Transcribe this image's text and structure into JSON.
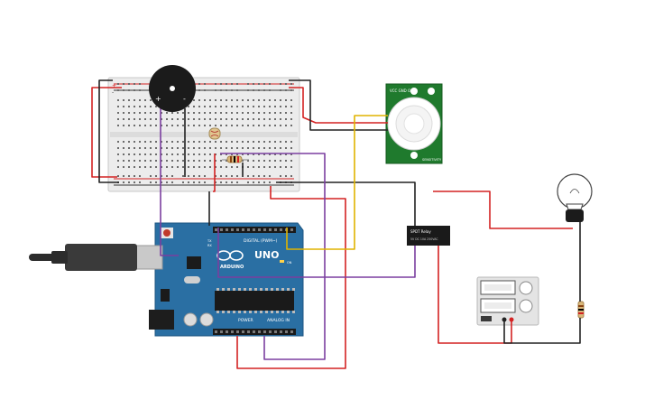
{
  "components": {
    "breadboard": {
      "rail_plus": "+",
      "rail_minus": "-"
    },
    "buzzer": {
      "plus_label": "+",
      "minus_label": "-"
    },
    "pir": {
      "top_label": "VCC GND OUT",
      "bottom_label": "SENSITIVITY DELAY"
    },
    "arduino": {
      "brand": "ARDUINO",
      "model": "UNO",
      "digital_header": "DIGITAL (PWM~)",
      "power_header": "POWER",
      "analog_header": "ANALOG IN",
      "tx_label": "TX",
      "rx_label": "RX",
      "on_label": "ON"
    },
    "relay": {
      "label": "SPDT Relay",
      "sub_label": "5V DC 10A 250VAC"
    },
    "power_supply": {
      "minus_label": "-",
      "plus_label": "+"
    },
    "bulb": {},
    "resistor": {},
    "ldr": {}
  },
  "colors": {
    "wire_red": "#d42222",
    "wire_black": "#222222",
    "wire_purple": "#7b3fa0",
    "wire_yellow": "#e0b400",
    "board_blue": "#2a6fa3",
    "breadboard": "#ececec",
    "pir_green": "#1f7a2d"
  }
}
